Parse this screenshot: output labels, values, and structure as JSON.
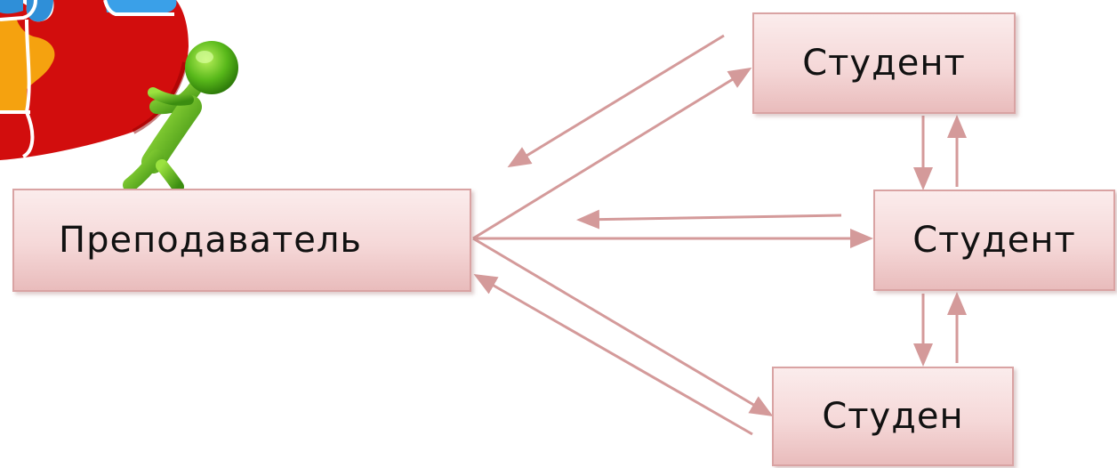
{
  "diagram": {
    "nodes": {
      "teacher": "Преподаватель",
      "student1": "Студент",
      "student2": "Студент",
      "student3": "Студен"
    },
    "colors": {
      "arrow": "#d49a9a",
      "box_border": "#d9a3a3",
      "box_fill_top": "#fbecec",
      "box_fill_bottom": "#e9bcbc"
    },
    "illustration": "green-figure-pushing-puzzle-ball"
  }
}
